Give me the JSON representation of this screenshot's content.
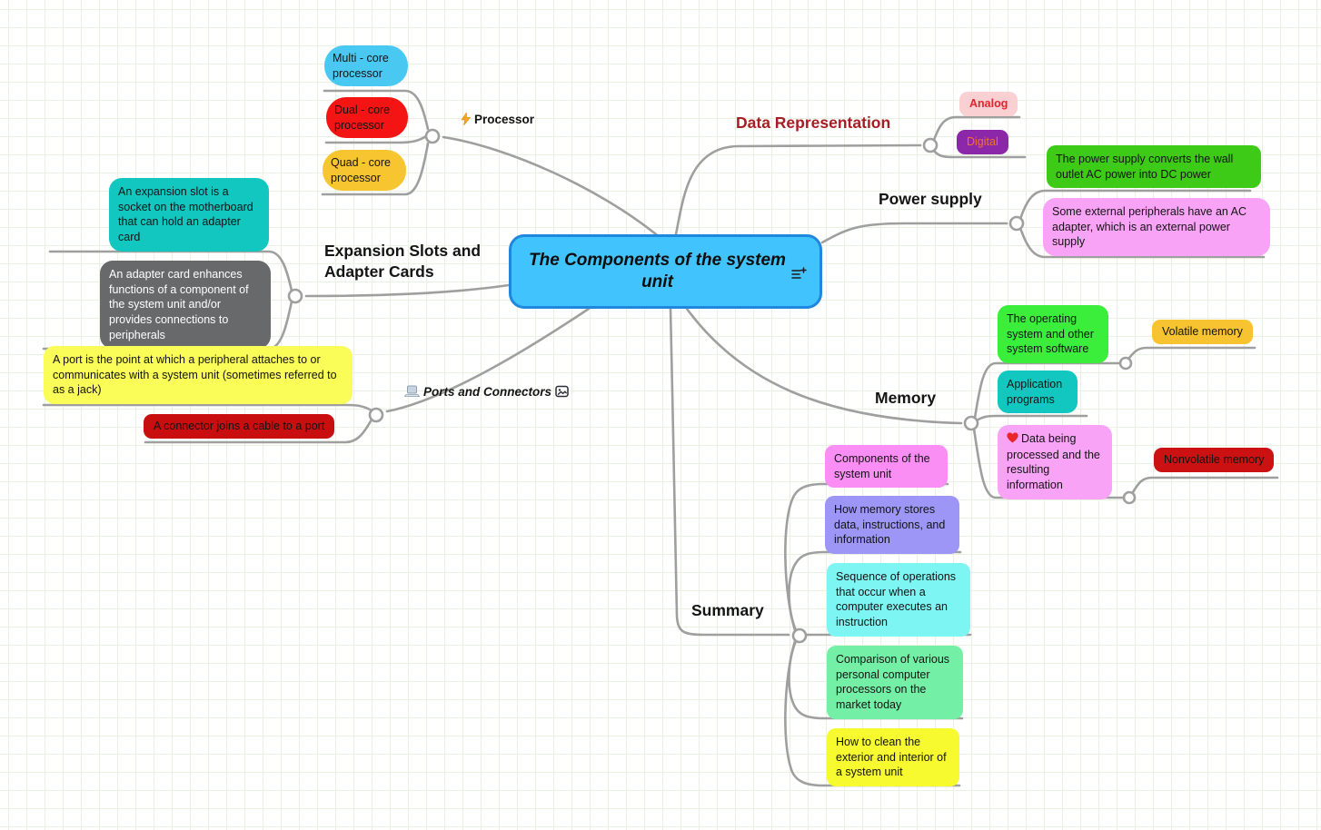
{
  "central_topic": {
    "title": "The Components of the system unit",
    "bg": "#41c3fd",
    "border": "#1f87dd",
    "notes_icon": "notes-plus-icon"
  },
  "branches": {
    "processor": {
      "label": "Processor",
      "icon": "lightning-icon",
      "children": {
        "multi": {
          "text": "Multi - core processor",
          "bg": "#49c9f2",
          "fg": "#131313"
        },
        "dual": {
          "text": "Dual - core processor",
          "bg": "#f41414",
          "fg": "#131313"
        },
        "quad": {
          "text": "Quad - core processor",
          "bg": "#f6c52f",
          "fg": "#131313"
        }
      }
    },
    "data_representation": {
      "label": "Data Representation",
      "label_color": "#a81c24",
      "children": {
        "analog": {
          "text": "Analog",
          "bg": "#fbd0d3",
          "fg": "#e3252e"
        },
        "digital": {
          "text": "Digital",
          "bg": "#8d27a9",
          "fg": "#ef7133"
        }
      }
    },
    "power_supply": {
      "label": "Power supply",
      "children": {
        "converts": {
          "text": "The power supply converts the wall outlet AC power into DC power",
          "bg": "#3ecb17",
          "fg": "#131313"
        },
        "adapter": {
          "text": "Some external peripherals have an AC adapter, which is an external power supply",
          "bg": "#f9a3f7",
          "fg": "#131313"
        }
      }
    },
    "expansion": {
      "label": "Expansion Slots and Adapter Cards",
      "children": {
        "slot": {
          "text": "An expansion slot is a socket on the motherboard that can hold an adapter card",
          "bg": "#13c7c1",
          "fg": "#131313"
        },
        "adapter_card": {
          "text": "An adapter card enhances functions of a component of the system unit and/or provides connections to peripherals",
          "bg": "#67696b",
          "fg": "#ffffff"
        }
      }
    },
    "ports": {
      "label": "Ports and Connectors",
      "leading_icon": "laptop-icon",
      "trailing_icon": "image-icon",
      "children": {
        "port": {
          "text": "A port is the point at which a peripheral attaches to or communicates with a system unit (sometimes referred to as a jack)",
          "bg": "#fafd58",
          "fg": "#131313"
        },
        "connector": {
          "text": "A connector joins a cable to a port",
          "bg": "#c90e10",
          "fg": "#131313"
        }
      }
    },
    "memory": {
      "label": "Memory",
      "children": {
        "os": {
          "text": "The operating system and other system software",
          "bg": "#3bee3b",
          "fg": "#131313"
        },
        "apps": {
          "text": "Application programs",
          "bg": "#13c7c1",
          "fg": "#131313"
        },
        "data": {
          "icon": "heart-icon",
          "text": "Data being processed and the resulting information",
          "bg": "#f9a3f7",
          "fg": "#131313"
        },
        "volatile": {
          "text": "Volatile memory",
          "bg": "#f7c330",
          "fg": "#131313"
        },
        "nonvolatile": {
          "text": "Nonvolatile memory",
          "bg": "#cb1112",
          "fg": "#131313"
        }
      }
    },
    "summary": {
      "label": "Summary",
      "children": {
        "components": {
          "text": "Components of the system unit",
          "bg": "#fa8ef5",
          "fg": "#131313"
        },
        "how_memory": {
          "text": "How memory stores data, instructions, and information",
          "bg": "#9d96f6",
          "fg": "#131313"
        },
        "sequence": {
          "text": "Sequence of operations that occur when a computer executes an instruction",
          "bg": "#7df5f2",
          "fg": "#131313"
        },
        "comparison": {
          "text": "Comparison of various personal computer processors on the market today",
          "bg": "#73f0a5",
          "fg": "#131313"
        },
        "clean": {
          "text": "How to clean the exterior and interior of a system unit",
          "bg": "#f7fa2e",
          "fg": "#131313"
        }
      }
    }
  }
}
